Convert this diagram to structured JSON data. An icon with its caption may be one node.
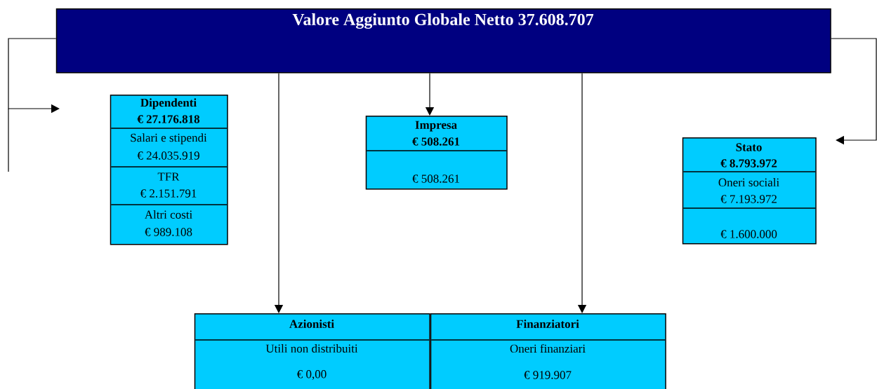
{
  "diagram": {
    "nodes": [
      {
        "text": [
          "Valore Aggiunto Globale Netto 37.608.707"
        ]
      },
      {
        "text": [
          "Dipendenti",
          "€ 27.176.818"
        ]
      },
      {
        "text": [
          "Salari e stipendi",
          "€ 24.035.919"
        ],
        "in": 1
      },
      {
        "text": [
          "TFR",
          "€ 2.151.791"
        ],
        "in": 1
      },
      {
        "text": [
          "Altri costi",
          "€ 989.108"
        ],
        "in": 1
      },
      {
        "text": [
          "Impresa",
          "€ 508.261"
        ]
      },
      {
        "text": [
          "€ 508.261"
        ],
        "in": 5
      },
      {
        "text": [
          "Stato",
          "€ 8.793.972"
        ]
      },
      {
        "text": [
          "Oneri sociali",
          "€ 7.193.972"
        ],
        "in": 7
      },
      {
        "text": [
          "€ 1.600.000"
        ],
        "in": 7
      },
      {
        "text": [
          "Azionisti"
        ]
      },
      {
        "text": [
          "Utili non distribuiti",
          "€ 0,00"
        ],
        "in": 10
      },
      {
        "text": [
          "Finanziatori"
        ]
      },
      {
        "text": [
          "Oneri finanziari",
          "€ 919.907"
        ],
        "in": 12
      }
    ],
    "edges": [
      {
        "from": 0,
        "to": null,
        "arrow": "to"
      },
      {
        "from": 0,
        "to": 5,
        "arrow": "to"
      },
      {
        "from": 0,
        "to": 10,
        "arrow": "to"
      },
      {
        "from": 0,
        "to": 12,
        "arrow": "to"
      },
      {
        "from": 0,
        "to": null,
        "arrow": "to"
      }
    ]
  }
}
